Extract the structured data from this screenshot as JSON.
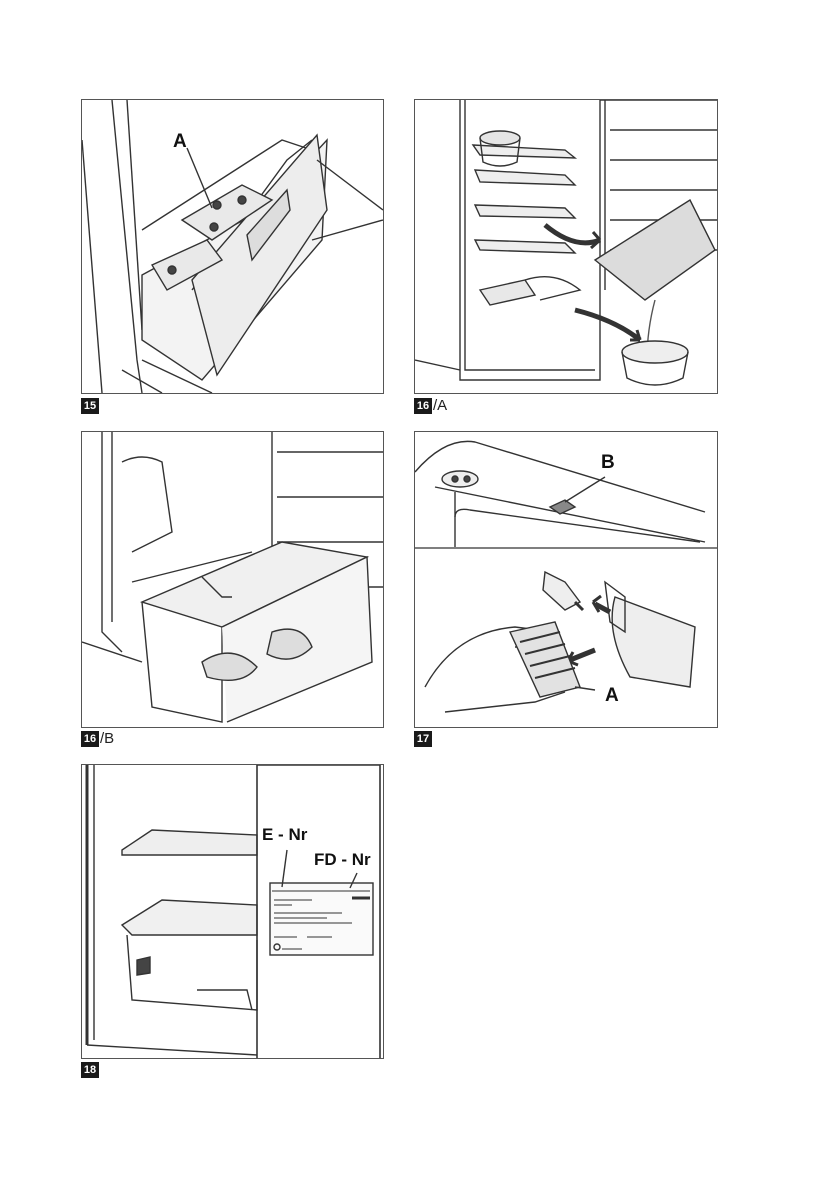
{
  "figures": [
    {
      "number": "15",
      "suffix": "",
      "callouts": [
        "A"
      ]
    },
    {
      "number": "16",
      "suffix": "/A",
      "callouts": []
    },
    {
      "number": "16",
      "suffix": "/B",
      "callouts": []
    },
    {
      "number": "17",
      "suffix": "",
      "callouts": [
        "B",
        "A"
      ]
    },
    {
      "number": "18",
      "suffix": "",
      "callouts": [
        "E - Nr",
        "FD - Nr"
      ]
    }
  ]
}
